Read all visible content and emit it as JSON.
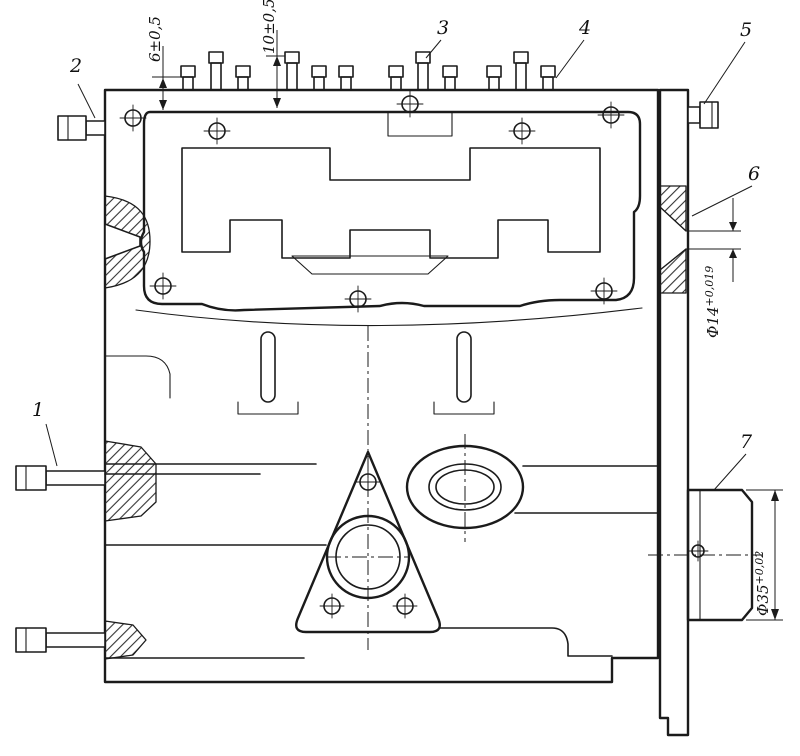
{
  "drawing": {
    "background": "#ffffff",
    "ink": "#1b1b1b",
    "callouts": [
      {
        "id": 1,
        "label": "1"
      },
      {
        "id": 2,
        "label": "2"
      },
      {
        "id": 3,
        "label": "3"
      },
      {
        "id": 4,
        "label": "4"
      },
      {
        "id": 5,
        "label": "5"
      },
      {
        "id": 6,
        "label": "6"
      },
      {
        "id": 7,
        "label": "7"
      }
    ],
    "dimensions": {
      "stud_height_short": "6±0,5",
      "stud_height_long": "10±0,5",
      "hole_dia_base": "Ф14",
      "hole_dia_tol": "+0,019",
      "boss_dia_base": "Ф35",
      "boss_dia_tol": "+0,02"
    }
  }
}
